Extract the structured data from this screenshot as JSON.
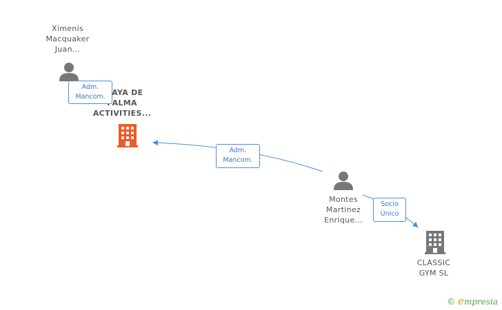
{
  "nodes": {
    "ximenis": {
      "name_lines": [
        "Ximenis",
        "Macquaker",
        "Juan..."
      ]
    },
    "playa": {
      "name_lines": [
        "PLAYA DE",
        "PALMA",
        "ACTIVITIES..."
      ]
    },
    "montes": {
      "name_lines": [
        "Montes",
        "Martinez",
        "Enrique..."
      ]
    },
    "classic": {
      "name_lines": [
        "CLASSIC",
        "GYM SL"
      ]
    }
  },
  "edges": {
    "ximenis_playa": {
      "label_lines": [
        "Adm.",
        "Mancom."
      ]
    },
    "montes_playa": {
      "label_lines": [
        "Adm.",
        "Mancom."
      ]
    },
    "montes_classic": {
      "label_lines": [
        "Socio",
        "Único"
      ]
    }
  },
  "watermark": {
    "copyright": "©",
    "brand_e": "e",
    "brand_rest": "mpresia"
  },
  "colors": {
    "person": "#777777",
    "company_highlight": "#f05a28",
    "company": "#777777",
    "edge": "#4a8fd8"
  }
}
